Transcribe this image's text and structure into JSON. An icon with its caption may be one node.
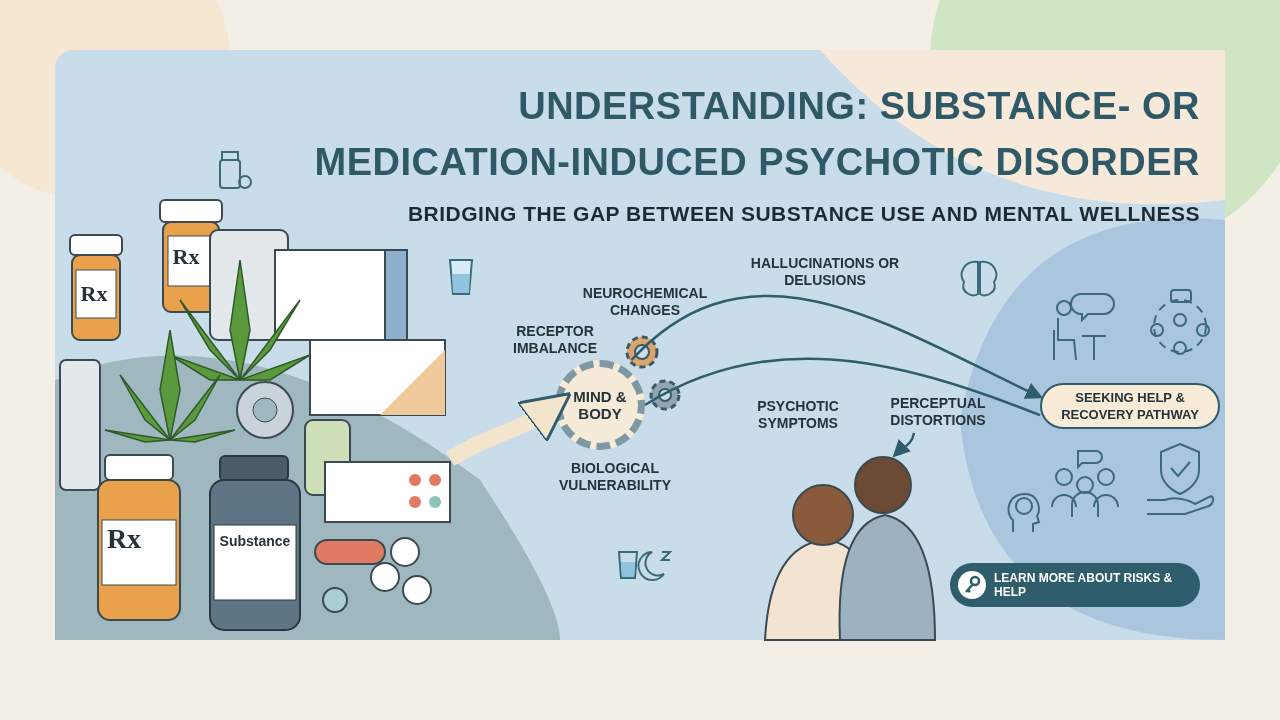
{
  "diagram": {
    "title": "UNDERSTANDING: SUBSTANCE- OR MEDICATION-INDUCED PSYCHOTIC DISORDER",
    "nodes": [
      {
        "text": [],
        "shape": "picture"
      },
      {
        "text": [
          "MIND & BODY"
        ]
      },
      {
        "text": [
          "SEEKING HELP & RECOVERY PATHWAY"
        ]
      },
      {
        "text": [],
        "shape": "picture"
      },
      {
        "text": [
          "PERCEPTUAL DISTORTIONS"
        ]
      }
    ],
    "edges": [
      {
        "from": 0,
        "to": 1,
        "arrow": "to",
        "style": "thick",
        "color": "#f3e4cc"
      },
      {
        "from": 1,
        "to": 2,
        "arrow": "to"
      },
      {
        "from": 1,
        "to": 2,
        "arrow": "none"
      },
      {
        "from": 4,
        "to": 3,
        "arrow": "to"
      }
    ],
    "labels": [
      "BRIDGING THE GAP BETWEEN SUBSTANCE USE AND MENTAL WELLNESS",
      "Rx",
      "Rx",
      "HALLUCINATIONS OR DELUSIONS",
      "NEUROCHEMICAL CHANGES",
      "RECEPTOR IMBALANCE",
      "PSYCHOTIC SYMPTOMS",
      "BIOLOGICAL VULNERABILITY",
      "Rx",
      "Substance",
      "LEARN MORE ABOUT RISKS & HELP"
    ]
  }
}
